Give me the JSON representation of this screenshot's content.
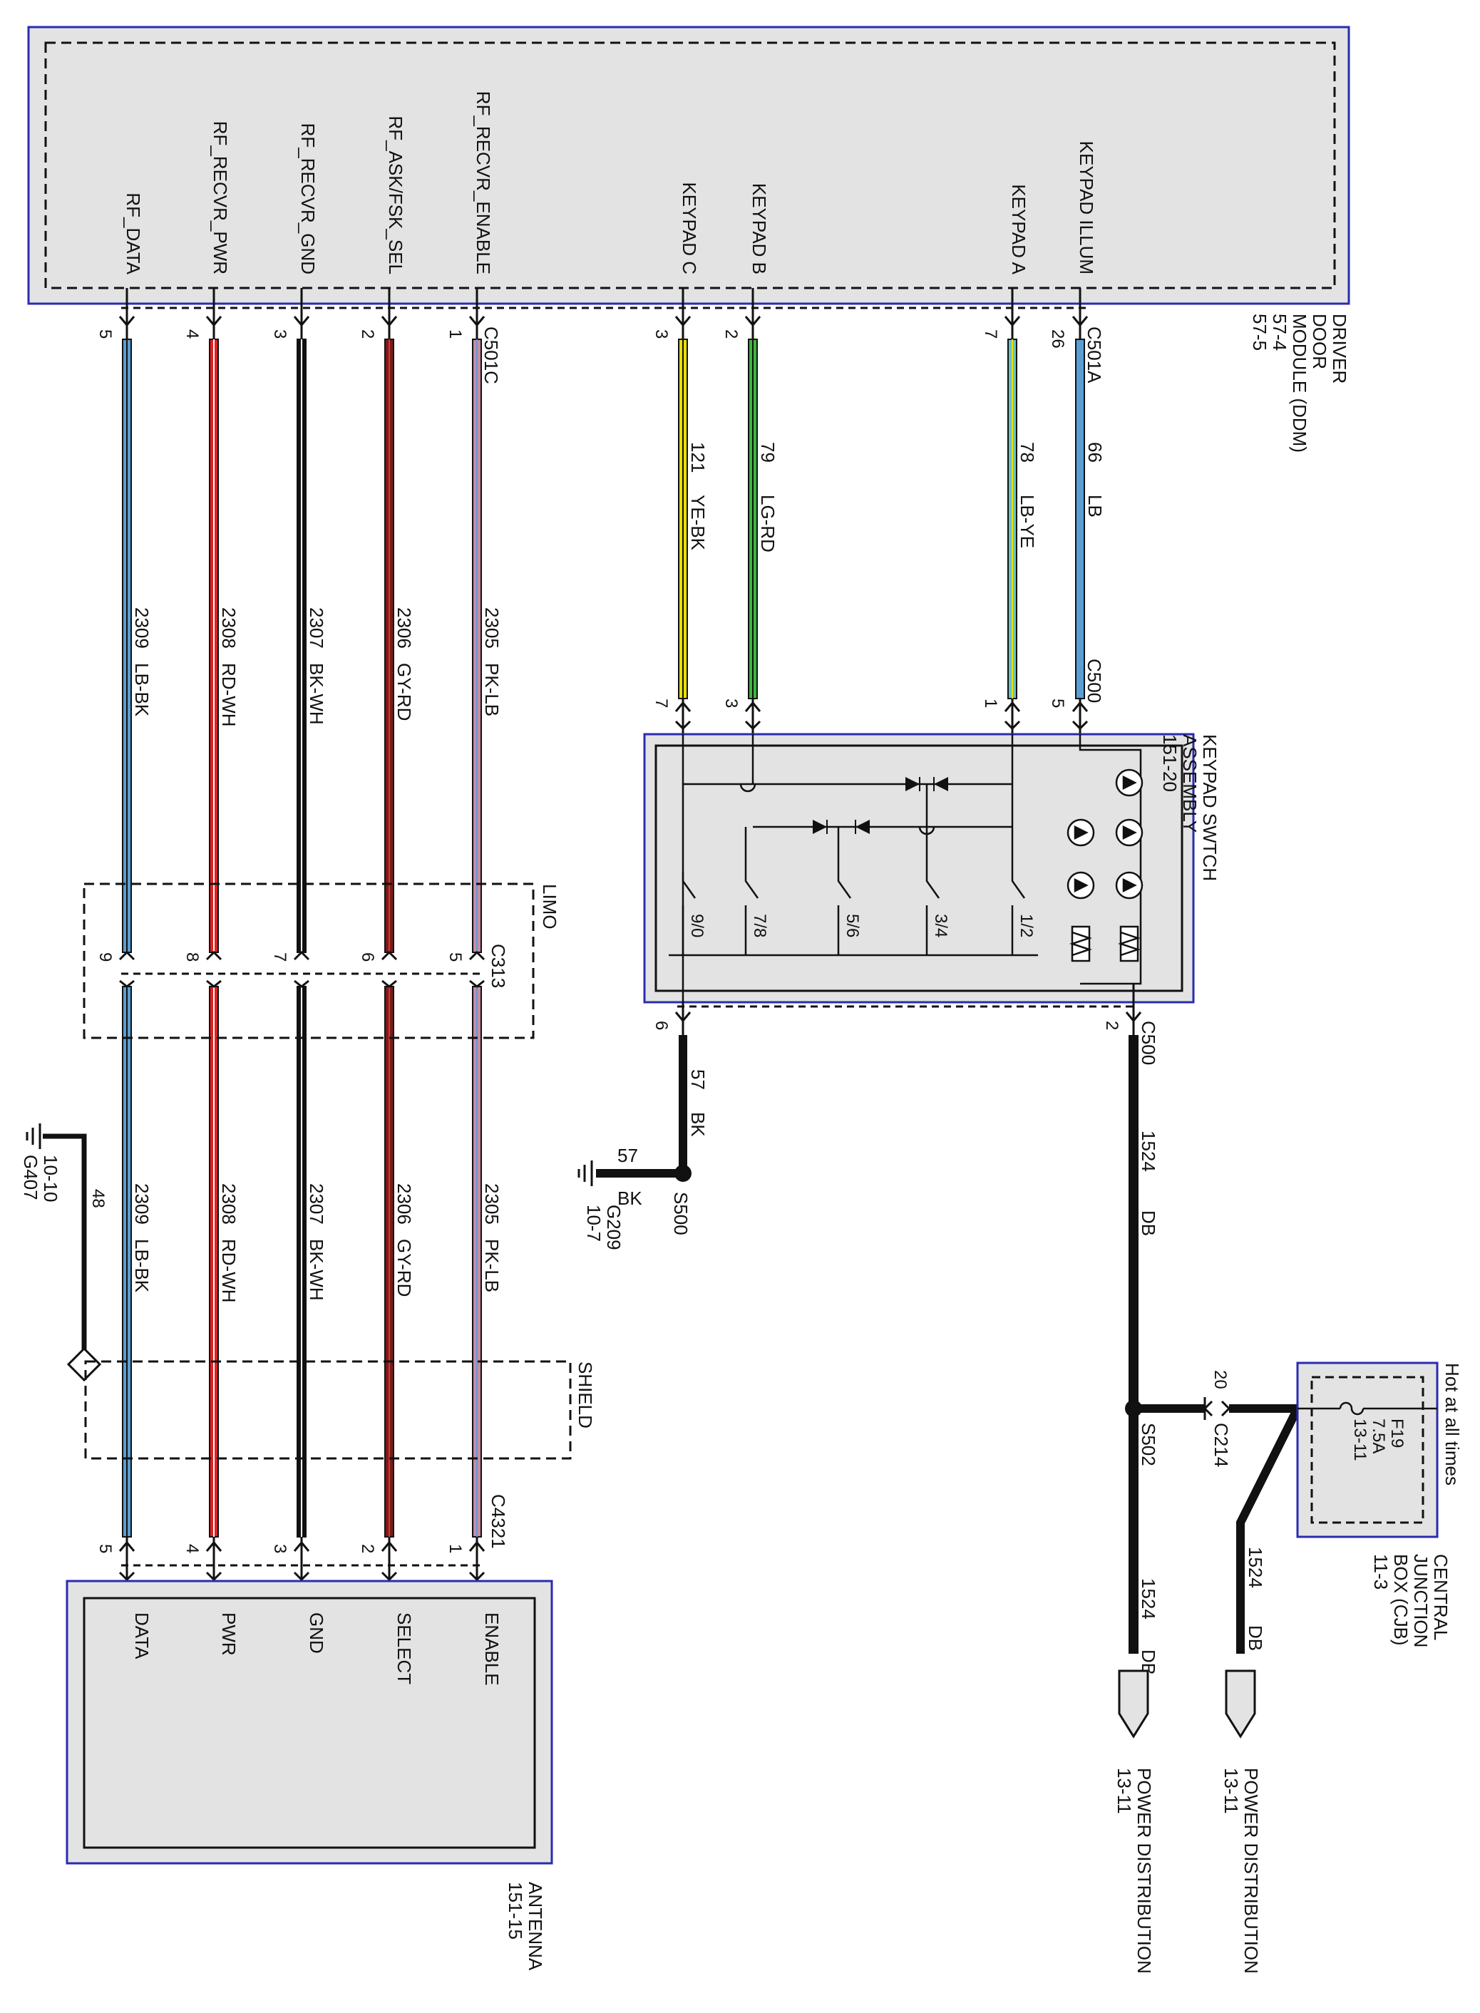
{
  "ddm": {
    "name": [
      "DRIVER",
      "DOOR",
      "MODULE (DDM)",
      "57-4",
      "57-5"
    ],
    "pins_rf": [
      "RF_DATA",
      "RF_RECVR_PWR",
      "RF_RECVR_GND",
      "RF_ASK/FSK_SEL",
      "RF_RECVR_ENABLE"
    ],
    "pins_keypad": [
      "KEYPAD C",
      "KEYPAD B",
      "KEYPAD A",
      "KEYPAD ILLUM"
    ]
  },
  "connectors": {
    "c501c": "C501C",
    "c501a": "C501A",
    "c500": "C500",
    "c313": "C313",
    "c4321": "C4321",
    "c214": "C214",
    "s500": "S500",
    "s502": "S502"
  },
  "rf_wires": [
    {
      "ddm_pin": "5",
      "circuit": "2309",
      "color": "LB-BK",
      "c313_pin": "9",
      "ant_pin": "5",
      "antenna_label": "DATA"
    },
    {
      "ddm_pin": "4",
      "circuit": "2308",
      "color": "RD-WH",
      "c313_pin": "8",
      "ant_pin": "4",
      "antenna_label": "PWR"
    },
    {
      "ddm_pin": "3",
      "circuit": "2307",
      "color": "BK-WH",
      "c313_pin": "7",
      "ant_pin": "3",
      "antenna_label": "GND"
    },
    {
      "ddm_pin": "2",
      "circuit": "2306",
      "color": "GY-RD",
      "c313_pin": "6",
      "ant_pin": "2",
      "antenna_label": "SELECT"
    },
    {
      "ddm_pin": "1",
      "circuit": "2305",
      "color": "PK-LB",
      "c313_pin": "5",
      "ant_pin": "1",
      "antenna_label": "ENABLE"
    }
  ],
  "keypad_wires": [
    {
      "ddm_pin": "3",
      "circuit": "121",
      "color": "YE-BK",
      "kp_pin": "7"
    },
    {
      "ddm_pin": "2",
      "circuit": "79",
      "color": "LG-RD",
      "kp_pin": "3"
    },
    {
      "ddm_pin": "7",
      "circuit": "78",
      "color": "LB-YE",
      "kp_pin": "1"
    },
    {
      "ddm_pin": "26",
      "circuit": "66",
      "color": "LB",
      "kp_pin": "5"
    }
  ],
  "keypad": {
    "name": [
      "KEYPAD SWTCH",
      "ASSEMBLY",
      "151-20"
    ],
    "switches": [
      "9/0",
      "7/8",
      "5/6",
      "3/4",
      "1/2"
    ],
    "pin_ground": "6",
    "pin_power": "2"
  },
  "ground_s500": {
    "circuit": "57",
    "color": "BK",
    "circuit2": "57",
    "color2": "BK",
    "name": "G209",
    "ref": "10-7"
  },
  "ground_g407": {
    "pin": "48",
    "name": "G407",
    "ref": "10-10"
  },
  "power": {
    "circuit": "1524",
    "color": "DB",
    "c214_pin": "20",
    "pd_label": "POWER DISTRIBUTION",
    "pd_ref": "13-11"
  },
  "cjb": {
    "name": [
      "CENTRAL",
      "JUNCTION",
      "BOX (CJB)",
      "11-3"
    ],
    "hot": "Hot at all times",
    "fuse": "F19",
    "amps": "7.5A",
    "ref": "13-11"
  },
  "limo": "LIMO",
  "shield": "SHIELD",
  "antenna": {
    "name": "ANTENNA",
    "ref": "151-15"
  },
  "colors": {
    "module_fill": "#e3e3e3",
    "module_border": "#2b2bb0",
    "lb": "#5a9fd4",
    "rd": "#e12020",
    "bk": "#111111",
    "gy": "#7a1a1a",
    "pk": "#c98aa5",
    "ye": "#e8e000",
    "lg": "#3cb83c",
    "lbye": "#67c3c3"
  }
}
